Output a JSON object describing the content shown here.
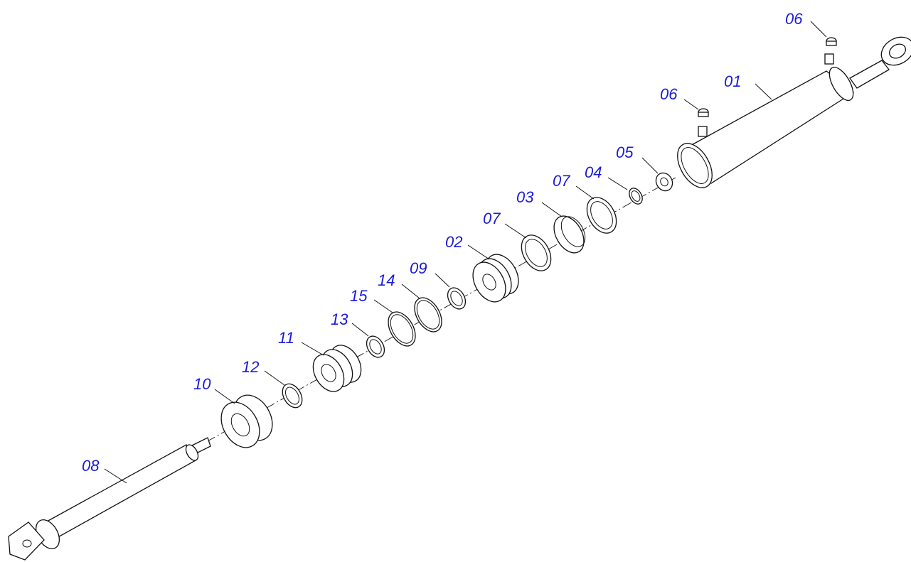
{
  "colors": {
    "label": "#1a1adc",
    "line": "#111111"
  },
  "labels": [
    {
      "id": "06a",
      "text": "06"
    },
    {
      "id": "01",
      "text": "01"
    },
    {
      "id": "06b",
      "text": "06"
    },
    {
      "id": "05",
      "text": "05"
    },
    {
      "id": "04",
      "text": "04"
    },
    {
      "id": "07a",
      "text": "07"
    },
    {
      "id": "03",
      "text": "03"
    },
    {
      "id": "07b",
      "text": "07"
    },
    {
      "id": "02",
      "text": "02"
    },
    {
      "id": "09",
      "text": "09"
    },
    {
      "id": "14",
      "text": "14"
    },
    {
      "id": "15",
      "text": "15"
    },
    {
      "id": "13",
      "text": "13"
    },
    {
      "id": "11",
      "text": "11"
    },
    {
      "id": "12",
      "text": "12"
    },
    {
      "id": "10",
      "text": "10"
    },
    {
      "id": "08",
      "text": "08"
    }
  ]
}
